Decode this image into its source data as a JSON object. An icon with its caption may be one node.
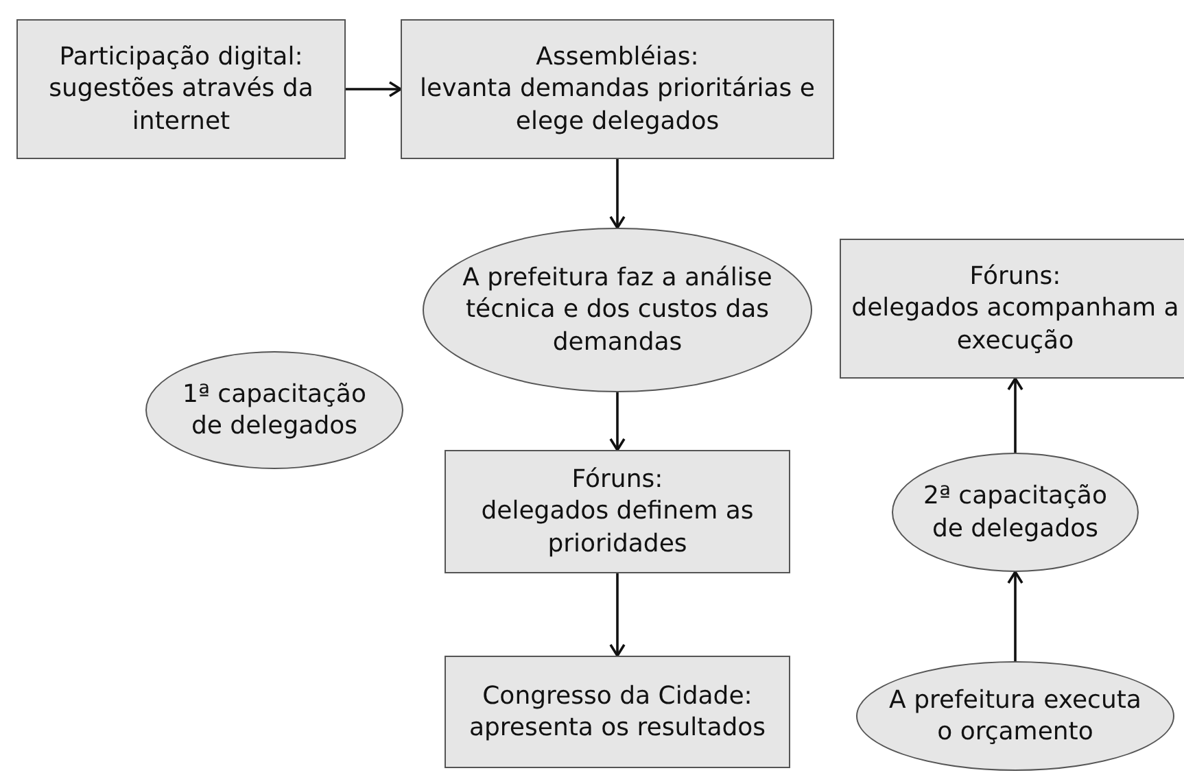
{
  "diagram": {
    "nodes": [
      {
        "text": [
          "Participação digital:",
          "sugestões através da internet"
        ]
      },
      {
        "text": [
          "Assembléias:",
          "levanta demandas prioritárias e elege delegados"
        ]
      },
      {
        "text": [
          "A prefeitura faz a análise técnica e dos custos das demandas"
        ]
      },
      {
        "text": [
          "1ª capacitação de delegados"
        ]
      },
      {
        "text": [
          "Fóruns:",
          "delegados acompanham a execução"
        ]
      },
      {
        "text": [
          "Fóruns:",
          "delegados definem as prioridades"
        ]
      },
      {
        "text": [
          "2ª capacitação de delegados"
        ]
      },
      {
        "text": [
          "Congresso da Cidade:",
          "apresenta os resultados"
        ]
      },
      {
        "text": [
          "A prefeitura executa o orçamento"
        ]
      }
    ],
    "edges": [
      {
        "from": 0,
        "to": 1,
        "arrow": "to"
      },
      {
        "from": 1,
        "to": 2,
        "arrow": "to"
      },
      {
        "from": 2,
        "to": 5,
        "arrow": "to"
      },
      {
        "from": 5,
        "to": 7,
        "arrow": "to"
      },
      {
        "from": 8,
        "to": 6,
        "arrow": "to"
      },
      {
        "from": 6,
        "to": 4,
        "arrow": "to"
      }
    ]
  }
}
